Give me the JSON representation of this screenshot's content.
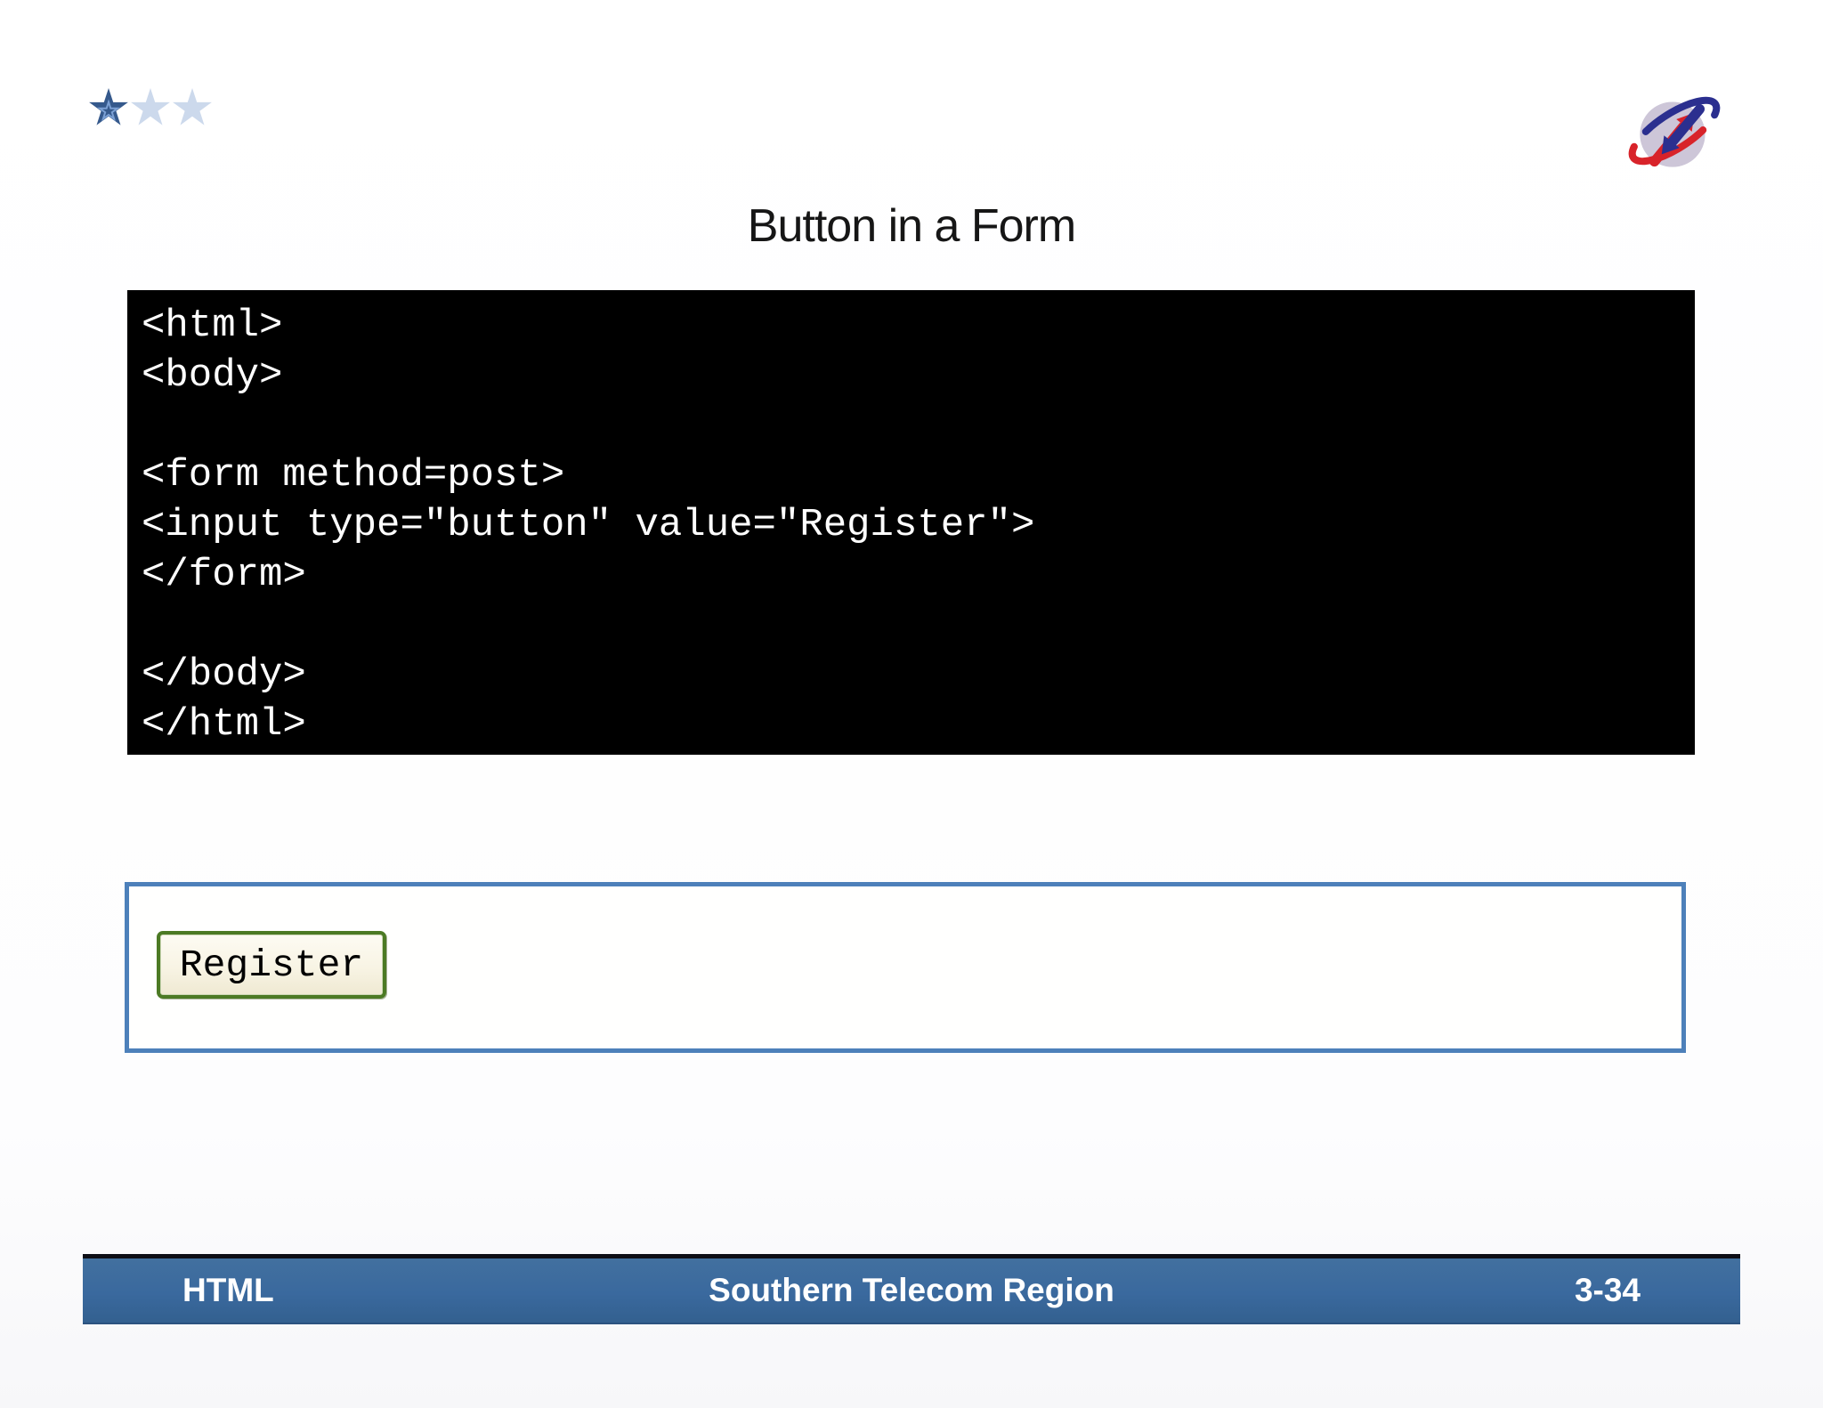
{
  "title": "Button in a Form",
  "stars": {
    "total": 3,
    "filled": 1,
    "filled_color": "#35598c",
    "inner_outline_color": "#7ba0d4",
    "empty_color": "#ccd9ec"
  },
  "logo": {
    "name": "BSNL",
    "circle_color": "#cdc6d8",
    "red": "#d8232a",
    "blue": "#2b2f8f"
  },
  "code_block": {
    "background": "#000000",
    "text_color": "#ffffff",
    "text": "<html>\n<body>\n\n<form method=post>\n<input type=\"button\" value=\"Register\">\n</form>\n\n</body>\n</html>"
  },
  "demo": {
    "panel_border_color": "#4d80ba",
    "button_label": "Register",
    "button_border_color": "#4c7a24",
    "button_background": "#f8f4e4"
  },
  "footer": {
    "left": "HTML",
    "center": "Southern Telecom Region",
    "right": "3-34",
    "bar_color": "#3a699e"
  }
}
